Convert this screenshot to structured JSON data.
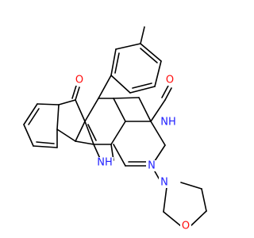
{
  "colors": {
    "bond": "#000000",
    "oxygen": "#ff0d0d",
    "nitrogen": "#2020ff",
    "background": "#ffffff"
  },
  "labels": {
    "o_indenone": "O",
    "o_pyrimidinone": "O",
    "o_morpholine": "O",
    "n_h_ring": "NH",
    "n_h_pyridine": "NH",
    "n_pyrimidine": "N",
    "n_morpholine": "N"
  }
}
